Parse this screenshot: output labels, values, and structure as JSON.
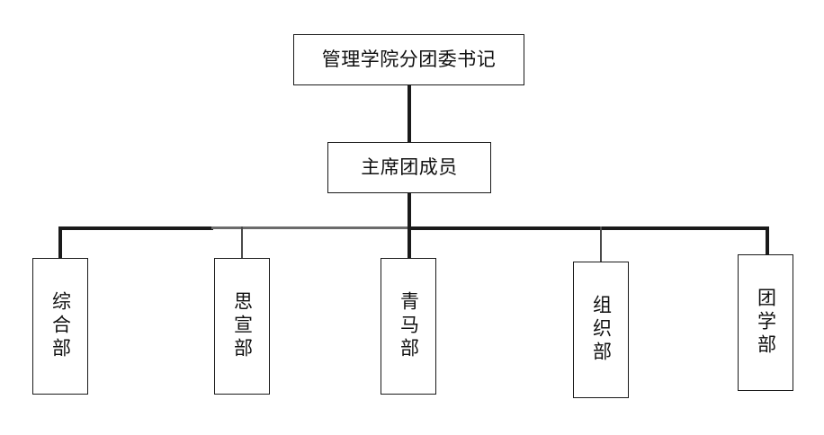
{
  "diagram": {
    "type": "organization-chart",
    "title_present": false,
    "background_color": "#ffffff",
    "line_color": "#1a1a1a",
    "box_border_color": "#1a1a1a",
    "text_color": "#101010",
    "levels": [
      {
        "level": 1,
        "nodes": [
          {
            "id": "secretary",
            "label": "管理学院分团委书记",
            "orientation": "horizontal"
          }
        ]
      },
      {
        "level": 2,
        "nodes": [
          {
            "id": "presidium",
            "label": "主席团成员",
            "orientation": "horizontal"
          }
        ]
      },
      {
        "level": 3,
        "nodes": [
          {
            "id": "dept-general",
            "label": "综合部",
            "orientation": "vertical"
          },
          {
            "id": "dept-propaganda",
            "label": "思宣部",
            "orientation": "vertical"
          },
          {
            "id": "dept-qingma",
            "label": "青马部",
            "orientation": "vertical"
          },
          {
            "id": "dept-organization",
            "label": "组织部",
            "orientation": "vertical"
          },
          {
            "id": "dept-youth-league",
            "label": "团学部",
            "orientation": "vertical"
          }
        ]
      }
    ]
  }
}
